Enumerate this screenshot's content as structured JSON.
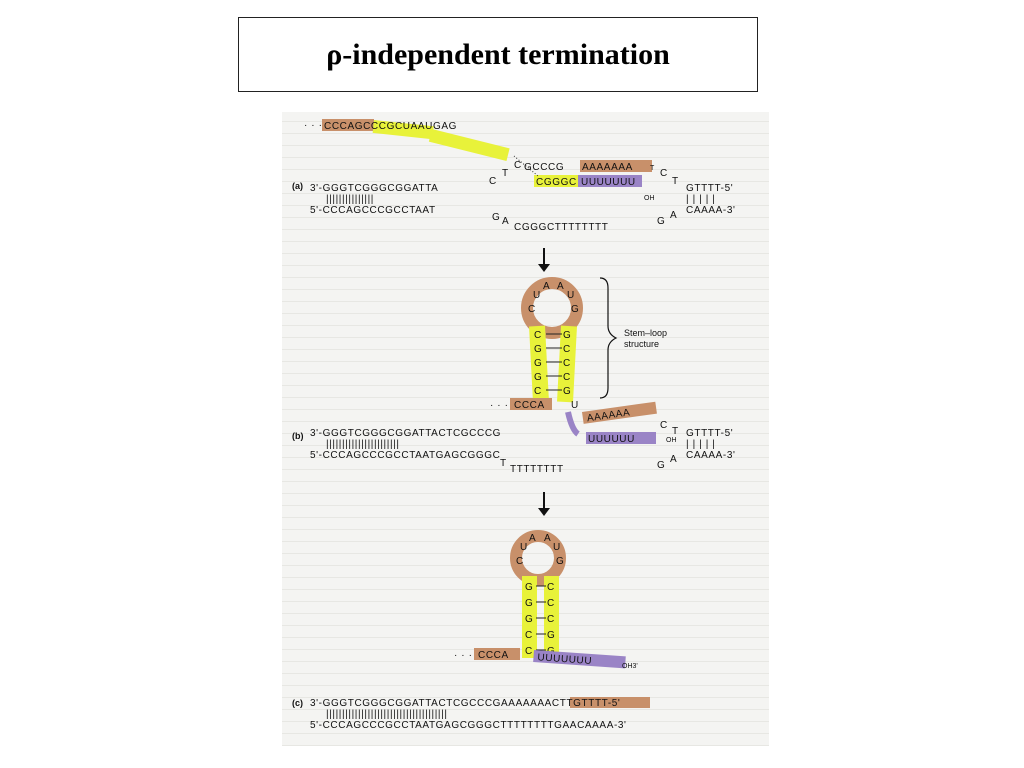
{
  "slide": {
    "title": "ρ-independent termination"
  },
  "figure": {
    "panel_a": {
      "label": "(a)",
      "rna_tail": "CCCAGCCCGCUAAUGAG",
      "rna_hairpin_top": "GCCCG",
      "rna_a_run": "AAAAAAA",
      "rna_hybrid": "CGGGC",
      "rna_u_run": "UUUUUUU",
      "oh": "OH",
      "template_left": "3'-GGGTCGGGCGGATTA",
      "template_right": "GTTTT-5'",
      "coding_left": "5'-CCCAGCCCGCCTAAT",
      "coding_middle": "CGGGCTTTTTTTT",
      "coding_right": "CAAAA-3'"
    },
    "panel_b": {
      "label": "(b)",
      "stem_loop_label_1": "Stem–loop",
      "stem_loop_label_2": "structure",
      "ccca": "CCCA",
      "a_run": "AAAAAA",
      "u_run": "UUUUUU",
      "oh": "OH",
      "template_left": "3'-GGGTCGGGCGGATTACTCGCCCG",
      "template_right": "GTTTT-5'",
      "coding_left": "5'-CCCAGCCCGCCTAATGAGCGGGC",
      "coding_right": "CAAAA-3'"
    },
    "panel_c": {
      "label": "(c)",
      "ccca": "CCCA",
      "u_run": "UUUUUUU",
      "oh3": "OH3'",
      "template": "3'-GGGTCGGGCGGATTACTCGCCCGAAAAAAACTTGTTTT-5'",
      "coding": "5'-CCCAGCCCGCCTAATGAGCGGGCTTTTTTTTGAACAAAA-3'"
    }
  }
}
